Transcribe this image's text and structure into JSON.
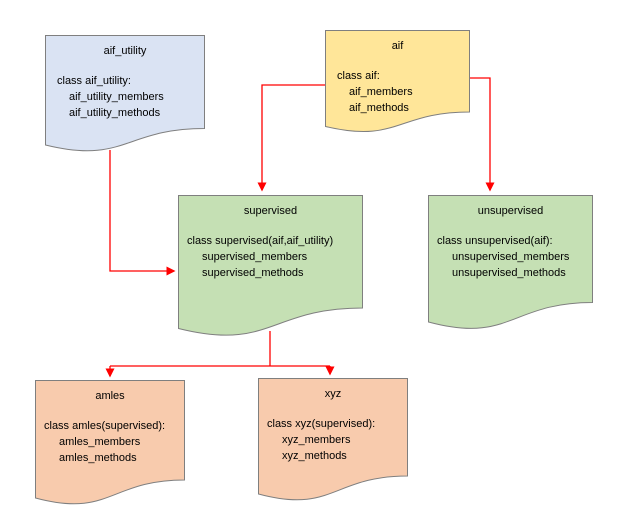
{
  "diagram": {
    "arrow_color": "#ff0000",
    "node_border_color": "#7f7f7f",
    "nodes": [
      {
        "id": "aif_utility",
        "title": "aif_utility",
        "lines": [
          "class aif_utility:",
          "aif_utility_members",
          "aif_utility_methods"
        ],
        "fill": "#dae3f3",
        "stroke": "#7f7f7f"
      },
      {
        "id": "aif",
        "title": "aif",
        "lines": [
          "class aif:",
          "aif_members",
          "aif_methods"
        ],
        "fill": "#ffe699",
        "stroke": "#7f7f7f"
      },
      {
        "id": "supervised",
        "title": "supervised",
        "lines": [
          "class supervised(aif,aif_utility)",
          "supervised_members",
          "supervised_methods"
        ],
        "fill": "#c5e0b4",
        "stroke": "#7f7f7f"
      },
      {
        "id": "unsupervised",
        "title": "unsupervised",
        "lines": [
          "class unsupervised(aif):",
          "unsupervised_members",
          "unsupervised_methods"
        ],
        "fill": "#c5e0b4",
        "stroke": "#7f7f7f"
      },
      {
        "id": "amles",
        "title": "amles",
        "lines": [
          "class amles(supervised):",
          "amles_members",
          "amles_methods"
        ],
        "fill": "#f8cbad",
        "stroke": "#7f7f7f"
      },
      {
        "id": "xyz",
        "title": "xyz",
        "lines": [
          "class xyz(supervised):",
          "xyz_members",
          "xyz_methods"
        ],
        "fill": "#f8cbad",
        "stroke": "#7f7f7f"
      }
    ]
  }
}
